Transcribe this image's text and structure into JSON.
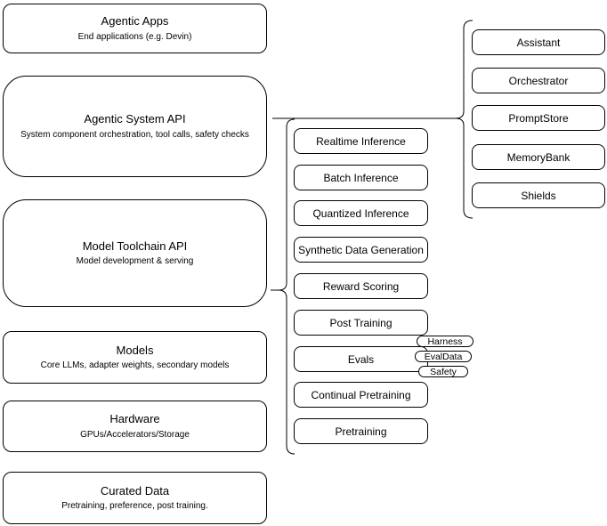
{
  "diagram": {
    "colors": {
      "stroke": "#000000",
      "fill": "#ffffff",
      "background": "#ffffff",
      "text": "#000000"
    },
    "stack": [
      {
        "title": "Agentic Apps",
        "subtitle": "End applications (e.g. Devin)"
      },
      {
        "title": "Agentic System API",
        "subtitle": "System component orchestration, tool calls, safety checks"
      },
      {
        "title": "Model Toolchain API",
        "subtitle": "Model development & serving"
      },
      {
        "title": "Models",
        "subtitle": "Core LLMs, adapter weights, secondary models"
      },
      {
        "title": "Hardware",
        "subtitle": "GPUs/Accelerators/Storage"
      },
      {
        "title": "Curated Data",
        "subtitle": "Pretraining, preference, post training."
      }
    ],
    "toolchain_components": [
      "Realtime Inference",
      "Batch Inference",
      "Quantized Inference",
      "Synthetic Data Generation",
      "Reward Scoring",
      "Post Training",
      "Evals",
      "Continual Pretraining",
      "Pretraining"
    ],
    "eval_tags": [
      "Harness",
      "EvalData",
      "Safety"
    ],
    "system_components": [
      "Assistant",
      "Orchestrator",
      "PromptStore",
      "MemoryBank",
      "Shields"
    ]
  }
}
